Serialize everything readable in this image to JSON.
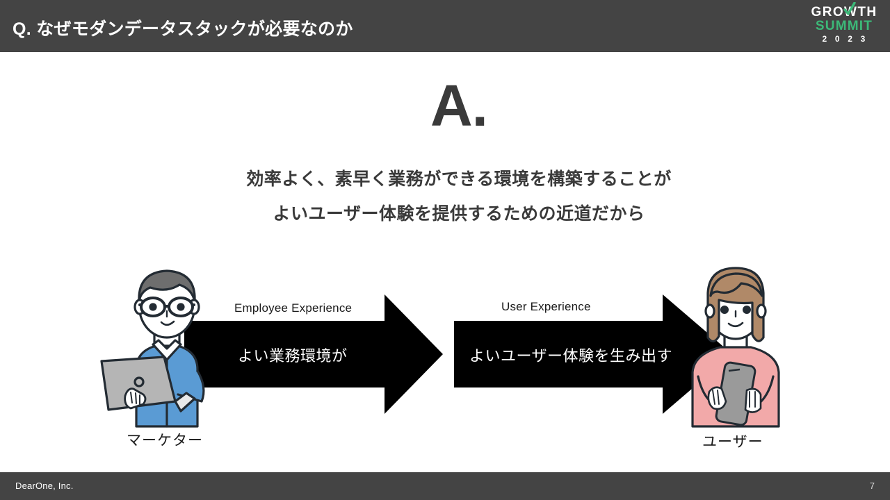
{
  "header": {
    "title": "Q. なぜモダンデータスタックが必要なのか",
    "logo": {
      "line1": "GROWTH",
      "line2": "SUMMIT",
      "line3": "2 0 2 3",
      "brand_green": "#3cb878",
      "brand_white": "#ffffff"
    },
    "background_color": "#444444"
  },
  "main": {
    "answer_letter": "A.",
    "answer_lines": [
      "効率よく、素早く業務ができる環境を構築することが",
      "よいユーザー体験を提供するための近道だから"
    ],
    "text_color": "#3a3a3a"
  },
  "diagram": {
    "arrows": [
      {
        "caption": "Employee Experience",
        "inner_label": "よい業務環境が",
        "color": "#000000"
      },
      {
        "caption": "User Experience",
        "inner_label": "よいユーザー体験を生み出す",
        "color": "#000000"
      }
    ],
    "people": [
      {
        "label": "マーケター",
        "role": "marketer",
        "hair_color": "#6e6e6e",
        "clothing_color": "#5a9bd4",
        "device": "laptop",
        "device_color": "#b5b5b5"
      },
      {
        "label": "ユーザー",
        "role": "user",
        "hair_color": "#b08968",
        "clothing_color": "#f2a9a9",
        "device": "smartphone",
        "device_color": "#9a9a9a"
      }
    ]
  },
  "footer": {
    "company": "DearOne, Inc.",
    "page_number": "7",
    "background_color": "#444444"
  }
}
